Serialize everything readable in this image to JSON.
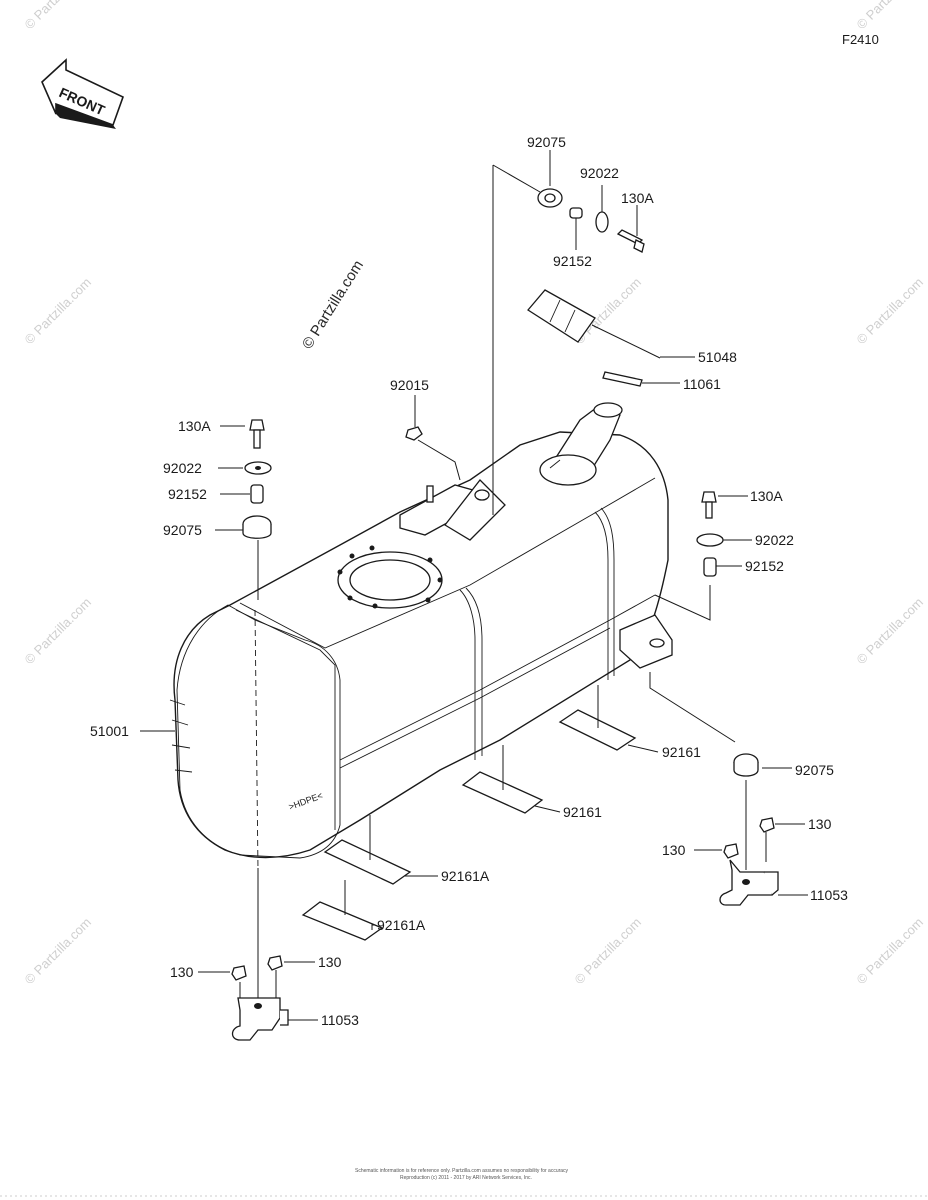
{
  "figure_id": "F2410",
  "front_label": "FRONT",
  "watermark": "© Partzilla.com",
  "tank_mark": ">HDPE<",
  "footer_lines": [
    "Schematic information is for reference only. Partzilla.com assumes no responsibility for accuracy",
    "Reproduction (c) 2011 - 2017 by ARI Network Services, Inc."
  ],
  "labels": {
    "p92075_top": "92075",
    "p92022_top": "92022",
    "p130A_top": "130A",
    "p92152_top": "92152",
    "p51048": "51048",
    "p11061": "11061",
    "p92015": "92015",
    "p130A_left": "130A",
    "p92022_left": "92022",
    "p92152_left": "92152",
    "p92075_left": "92075",
    "p130A_right": "130A",
    "p92022_right": "92022",
    "p92152_right": "92152",
    "p51001": "51001",
    "p92161_a": "92161",
    "p92075_right": "92075",
    "p92161_b": "92161",
    "p130_right_a": "130",
    "p130_right_b": "130",
    "p11053_right": "11053",
    "p92161A_a": "92161A",
    "p92161A_b": "92161A",
    "p130_left_a": "130",
    "p130_left_b": "130",
    "p11053_left": "11053"
  }
}
